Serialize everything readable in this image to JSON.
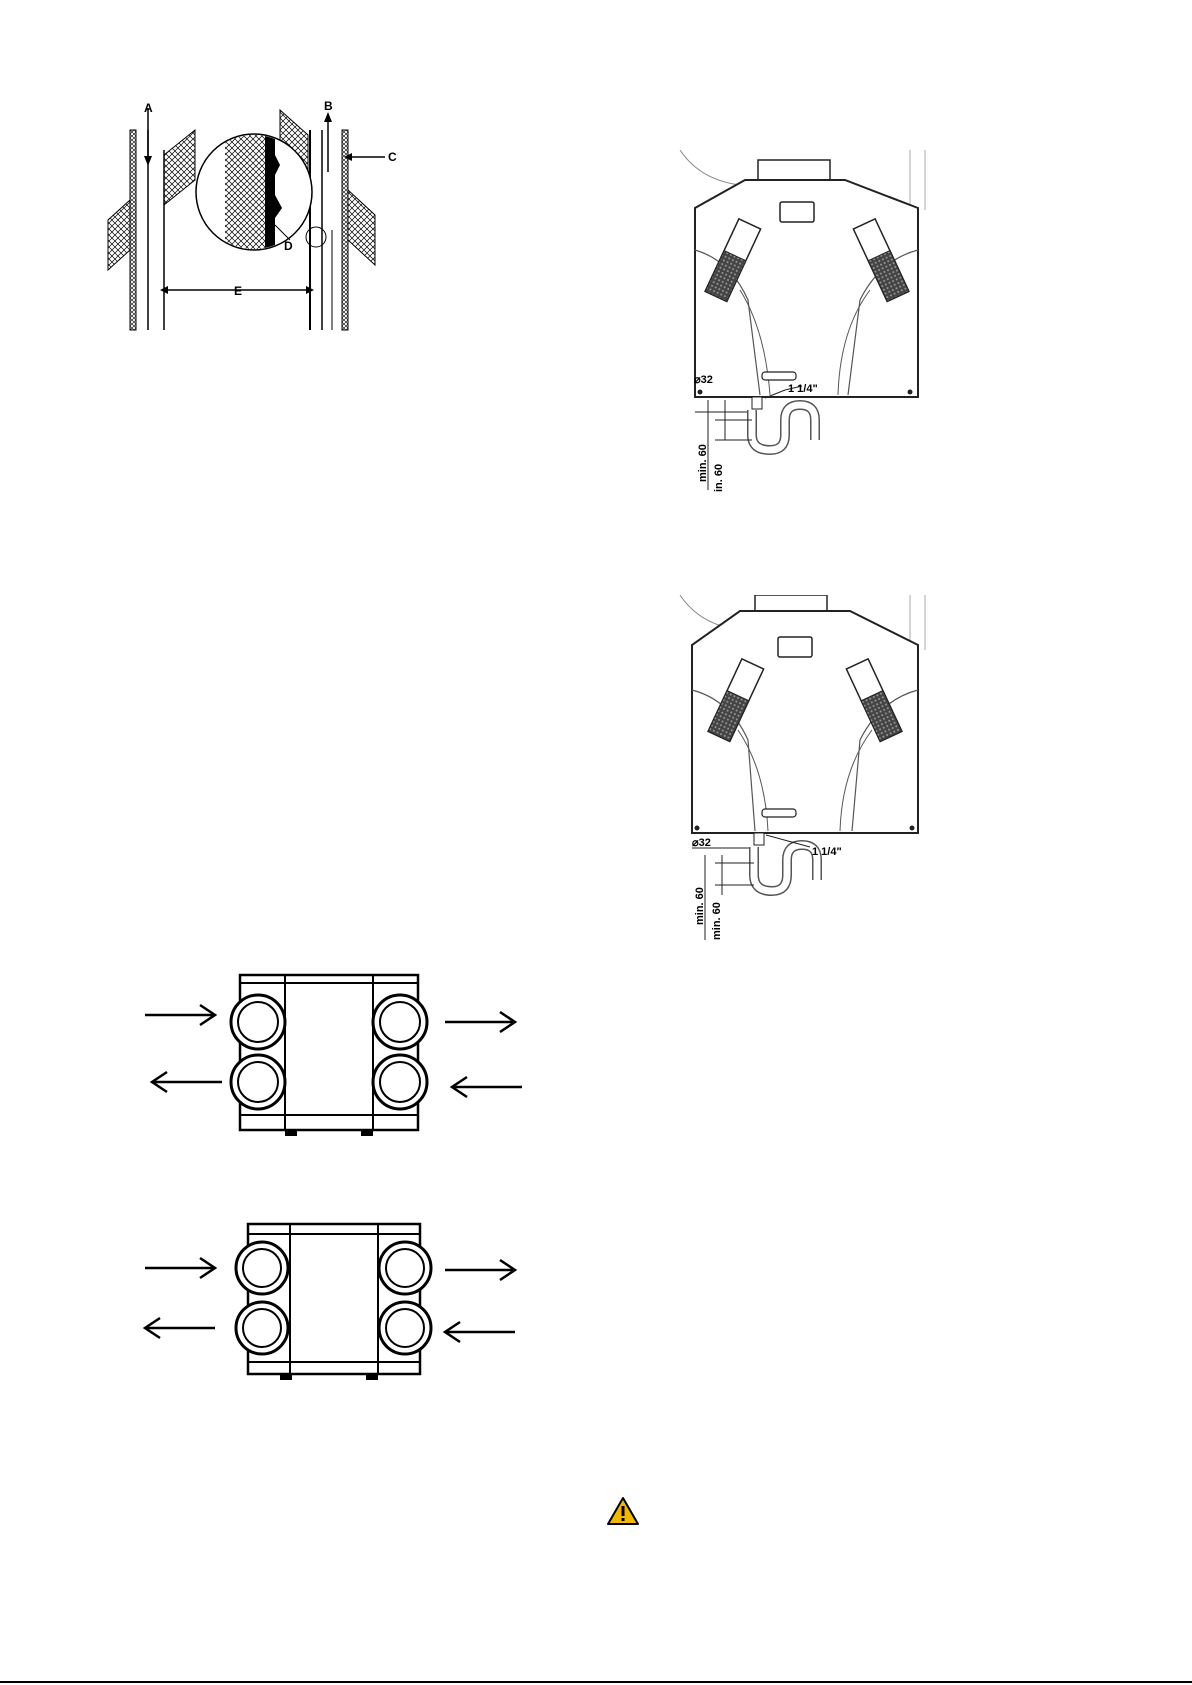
{
  "duct_diagram": {
    "label_a": "A",
    "label_b": "B",
    "label_c": "C",
    "label_d": "D",
    "label_e": "E"
  },
  "condensate_top": {
    "diameter_label": "⌀32",
    "thread_label": "1 1/4\"",
    "height_label_1": "min. 60",
    "height_label_2": "in. 60"
  },
  "condensate_bottom": {
    "diameter_label": "⌀32",
    "thread_label": "1 1/4\"",
    "height_label_1": "min. 60",
    "height_label_2": "min. 60"
  },
  "warning": {
    "icon": "warning-triangle-icon",
    "color": "#f2b705"
  }
}
